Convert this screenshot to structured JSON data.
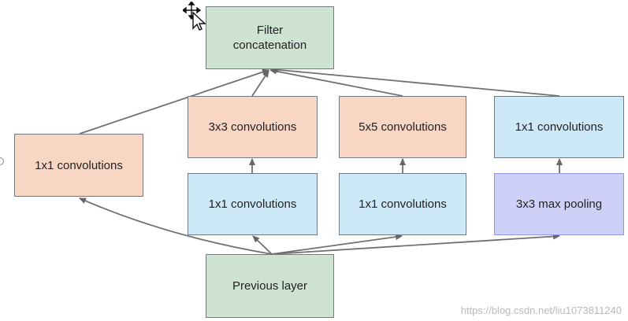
{
  "nodes": {
    "filter_concat": [
      "Filter",
      "concatenation"
    ],
    "left_1x1": "1x1 convolutions",
    "conv_3x3": "3x3 convolutions",
    "conv_5x5": "5x5 convolutions",
    "right_1x1": "1x1 convolutions",
    "mid_1x1_a": "1x1 convolutions",
    "mid_1x1_b": "1x1 convolutions",
    "max_pool": "3x3 max pooling",
    "previous_layer": "Previous layer"
  },
  "watermark": "https://blog.csdn.net/liu1073811240",
  "colors": {
    "green": "#cfe3d2",
    "orange": "#f9d6c4",
    "blue": "#cde9f7",
    "purple": "#cfd0f7",
    "edge": "#707070"
  }
}
